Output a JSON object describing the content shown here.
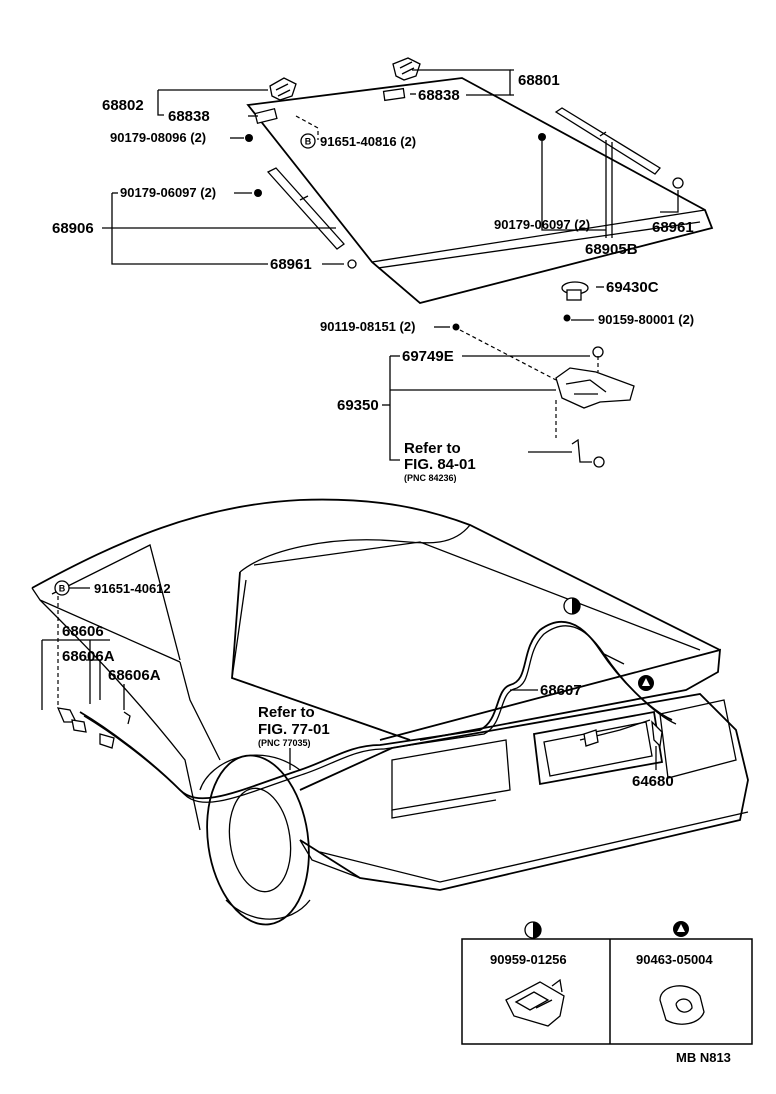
{
  "parts": {
    "p68801": "68801",
    "p68802": "68802",
    "p68838_a": "68838",
    "p68838_b": "68838",
    "p90179_08096": "90179-08096 (2)",
    "p91651_40816": "91651-40816 (2)",
    "p90179_06097_a": "90179-06097 (2)",
    "p68906": "68906",
    "p68961_a": "68961",
    "p90179_06097_b": "90179-06097 (2)",
    "p68961_b": "68961",
    "p68905b": "68905B",
    "p69430c": "69430C",
    "p90159_80001": "90159-80001 (2)",
    "p90119_08151": "90119-08151 (2)",
    "p69749e": "69749E",
    "p69350": "69350",
    "p91651_40612": "91651-40612",
    "p68606": "68606",
    "p68606a_1": "68606A",
    "p68606a_2": "68606A",
    "p68607": "68607",
    "p64680": "64680",
    "p90959_01256": "90959-01256",
    "p90463_05004": "90463-05004"
  },
  "refs": {
    "ref84_l1": "Refer to",
    "ref84_l2": "FIG. 84-01",
    "ref84_pnc": "(PNC 84236)",
    "ref77_l1": "Refer to",
    "ref77_l2": "FIG. 77-01",
    "ref77_pnc": "(PNC 77035)"
  },
  "symbols": {
    "b_marker": "B"
  },
  "footer": {
    "code": "MB  N813"
  }
}
